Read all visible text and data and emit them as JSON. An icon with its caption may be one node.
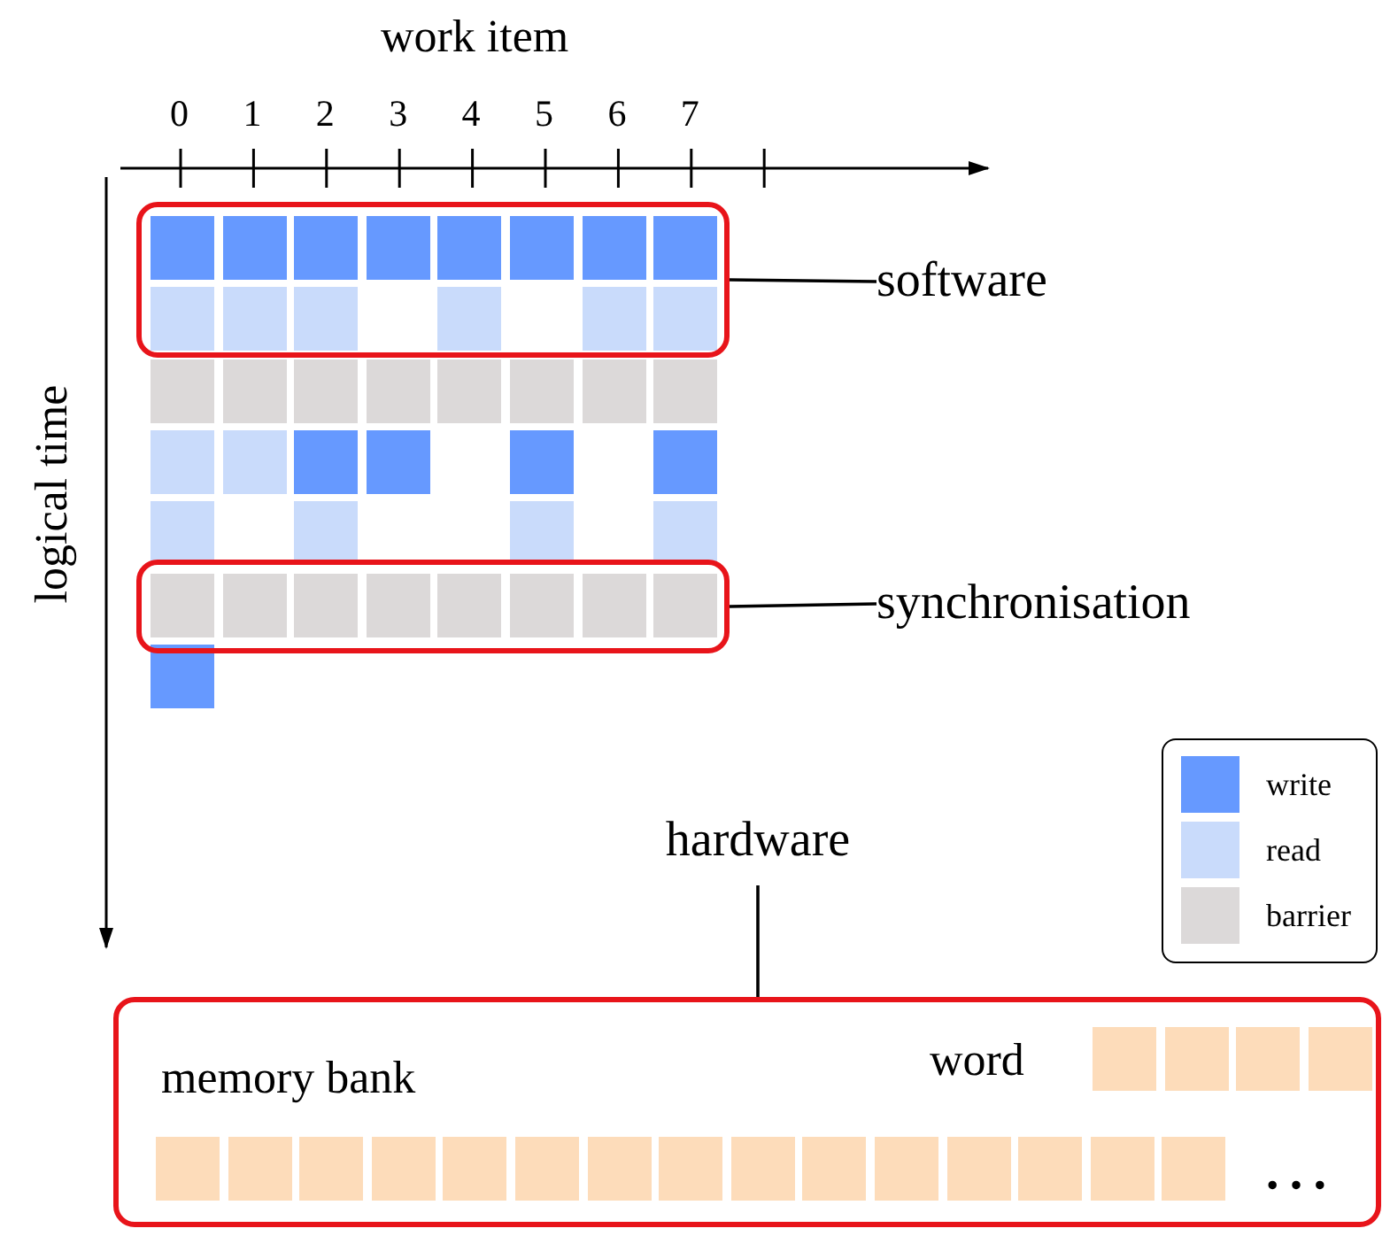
{
  "diagram": {
    "nodes": [
      {
        "text": [
          "software"
        ]
      },
      {
        "text": [],
        "shape": "box"
      },
      {
        "text": [
          "synchronisation"
        ]
      },
      {
        "text": [],
        "shape": "box"
      },
      {
        "text": [
          "hardware"
        ]
      },
      {
        "text": [
          "memory bank",
          "word"
        ]
      }
    ],
    "edges": [
      {
        "from": 0,
        "to": 1,
        "arrow": "none"
      },
      {
        "from": 2,
        "to": 3,
        "arrow": "none"
      },
      {
        "from": 4,
        "to": 5,
        "arrow": "none"
      }
    ],
    "labels": [
      "work item",
      "0",
      "1",
      "2",
      "3",
      "4",
      "5",
      "6",
      "7",
      "logical time",
      "…"
    ],
    "legend": [
      {
        "text": "write",
        "color": "#6699ff"
      },
      {
        "text": "read",
        "color": "#c9dbfb"
      },
      {
        "text": "barrier",
        "color": "#dcd9d9"
      }
    ]
  }
}
